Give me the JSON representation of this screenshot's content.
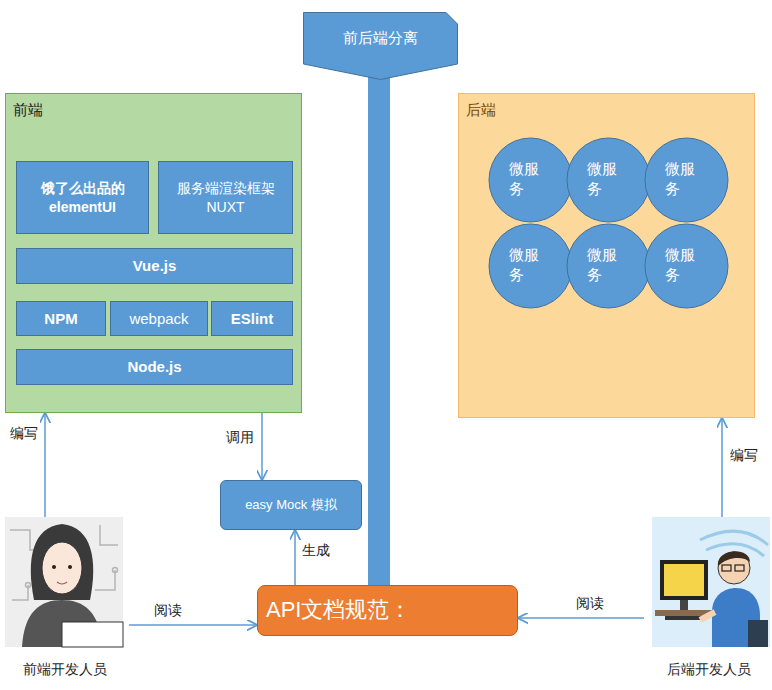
{
  "diagram": {
    "nodes": [
      {
        "text": [
          "前后端分离"
        ]
      },
      {
        "text": [
          "前端"
        ]
      },
      {
        "text": [
          "饿了么出品的 elementUI"
        ],
        "in": 1
      },
      {
        "text": [
          "服务端渲染框架 NUXT"
        ],
        "in": 1
      },
      {
        "text": [
          "Vue.js"
        ],
        "in": 1
      },
      {
        "text": [
          "NPM"
        ],
        "in": 1
      },
      {
        "text": [
          "webpack"
        ],
        "in": 1
      },
      {
        "text": [
          "ESlint"
        ],
        "in": 1
      },
      {
        "text": [
          "Node.js"
        ],
        "in": 1
      },
      {
        "text": [
          "后端"
        ]
      },
      {
        "text": [
          "微服务"
        ],
        "in": 9
      },
      {
        "text": [
          "微服务"
        ],
        "in": 9
      },
      {
        "text": [
          "微服务"
        ],
        "in": 9
      },
      {
        "text": [
          "微服务"
        ],
        "in": 9
      },
      {
        "text": [
          "微服务"
        ],
        "in": 9
      },
      {
        "text": [
          "微服务"
        ],
        "in": 9
      },
      {
        "text": [
          "easy Mock 模拟"
        ]
      },
      {
        "text": [
          "API文档规范："
        ]
      },
      {
        "text": [
          "前端开发人员"
        ]
      },
      {
        "text": [
          "后端开发人员"
        ]
      }
    ],
    "edges": [
      {
        "from": 18,
        "to": 1,
        "label": "编写",
        "arrow": "to"
      },
      {
        "from": 18,
        "to": 17,
        "label": "阅读",
        "arrow": "to"
      },
      {
        "from": 1,
        "to": 16,
        "label": "调用",
        "arrow": "to"
      },
      {
        "from": 17,
        "to": 16,
        "label": "生成",
        "arrow": "to"
      },
      {
        "from": 19,
        "to": 17,
        "label": "阅读",
        "arrow": "to"
      },
      {
        "from": 19,
        "to": 9,
        "label": "编写",
        "arrow": "to"
      },
      {
        "from": 0,
        "to": 17,
        "arrow": "none"
      }
    ]
  }
}
